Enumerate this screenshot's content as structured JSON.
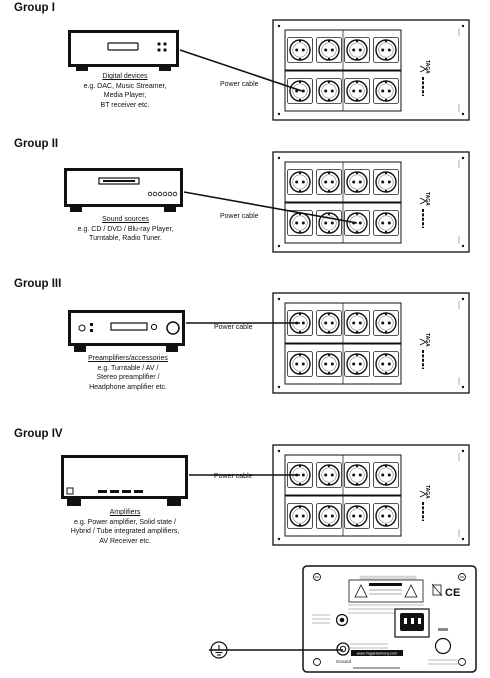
{
  "groups": [
    {
      "title": "Group I",
      "category": "Digital devices",
      "examples": [
        "e.g. DAC, Music Streamer,",
        "Media Player,",
        "BT receiver etc."
      ],
      "cable": "Power cable"
    },
    {
      "title": "Group II",
      "category": "Sound sources",
      "examples": [
        "e.g. CD / DVD / Blu-ray Player,",
        "Turntable, Radio Tuner."
      ],
      "cable": "Power cable"
    },
    {
      "title": "Group III",
      "category": "Preamplifiers/accessories",
      "examples": [
        "e.g. Turntable / AV /",
        "Stereo preamplifier /",
        "Headphone amplifier etc."
      ],
      "cable": "Power cable"
    },
    {
      "title": "Group IV",
      "category": "Amplifiers",
      "examples": [
        "e.g. Power amplifier, Solid state /",
        "Hybrid / Tube integrated amplifiers,",
        "AV Receiver etc."
      ],
      "cable": "Power cable"
    }
  ],
  "brand_mark": "TAGA",
  "back_panel": {
    "ground_label": "Ground",
    "website": "www.TagaHarmony.com",
    "ce_mark": "CE"
  }
}
